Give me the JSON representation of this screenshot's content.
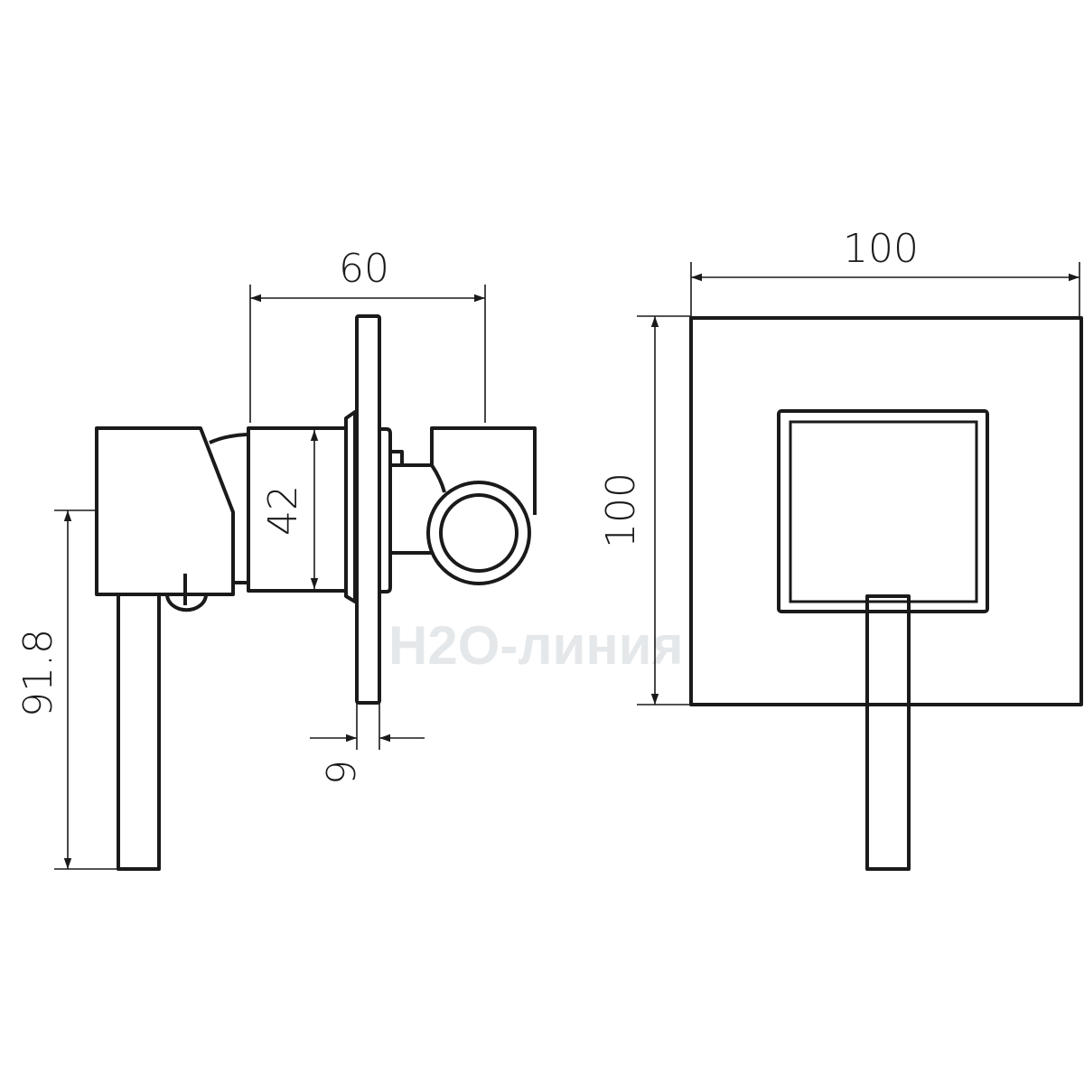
{
  "watermark": "H2O-линия",
  "dimensions": {
    "side_depth": "60",
    "bonnet_height": "42",
    "lever_length": "91.8",
    "plate_thickness": "9",
    "front_width": "100",
    "front_height": "100"
  },
  "colors": {
    "line": "#1a1a1a",
    "watermark": "#dfe3e6"
  }
}
